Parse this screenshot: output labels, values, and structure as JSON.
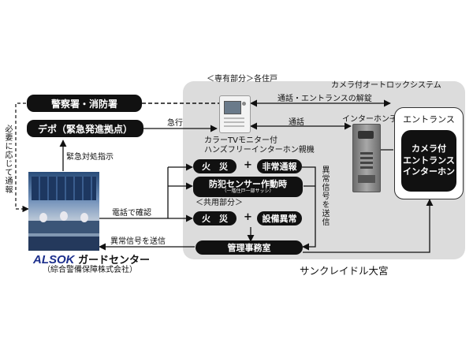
{
  "regions": {
    "private_area": "＜専有部分＞各住戸",
    "camera_system": "カメラ付オートロックシステム",
    "common_area": "＜共用部分＞",
    "building_name": "サンクレイドル大宮"
  },
  "nodes": {
    "police_fire": "警察署・消防署",
    "depot": "デポ（緊急発進拠点）",
    "fire_private": "火　災",
    "emergency_call": "非常通報",
    "crime_sensor": "防犯センサー作動時",
    "crime_sensor_note": "（一階住戸一部サッシ）",
    "fire_common": "火　災",
    "equipment_error": "設備異常",
    "management_office": "管理事務室",
    "entrance_title": "エントランス",
    "entrance_intercom": [
      "カメラ付",
      "エントランス",
      "インターホン"
    ],
    "monitor_label": [
      "カラーTVモニター付",
      "ハンズフリーインターホン親機"
    ],
    "intercom_sub": "インターホン子機"
  },
  "flows": {
    "call_unlock": "通話・エントランスの解錠",
    "call": "通話",
    "rush": "急行",
    "emergency_instruction": "緊急対処指示",
    "phone_confirm": "電話で確認",
    "send_alarm_left": "異常信号を送信",
    "send_alarm_vertical": "異常信号を送信",
    "notify_if_needed": "必要に応じて通報"
  },
  "company": {
    "brand": "ALSOK",
    "name": "ガードセンター",
    "subtitle": "（綜合警備保障株式会社）"
  },
  "colors": {
    "pill": "#111111",
    "region": "#dcdcdc",
    "brand": "#1c2f8c"
  }
}
